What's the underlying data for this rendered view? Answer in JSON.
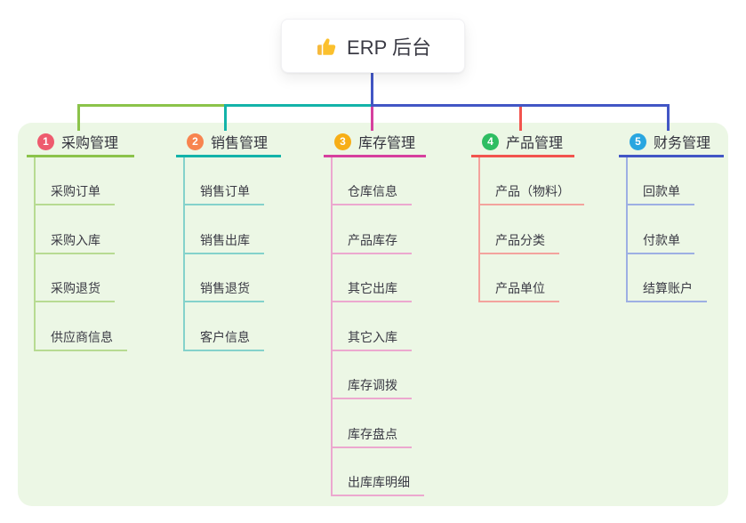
{
  "root": {
    "title": "ERP 后台",
    "icon": "thumbs-up-icon",
    "connector_color": "#4256c5"
  },
  "canvas": {
    "page_bg": "#ffffff",
    "panel_bg": "#ecf7e5"
  },
  "branches": [
    {
      "badge": "1",
      "badge_color": "#ee5b6e",
      "label": "采购管理",
      "color": "#8bc34a",
      "light_color": "#b7db92",
      "children": [
        "采购订单",
        "采购入库",
        "采购退货",
        "供应商信息"
      ]
    },
    {
      "badge": "2",
      "badge_color": "#f8844f",
      "label": "销售管理",
      "color": "#13b3a9",
      "light_color": "#84d2cb",
      "children": [
        "销售订单",
        "销售出库",
        "销售退货",
        "客户信息"
      ]
    },
    {
      "badge": "3",
      "badge_color": "#f7ae16",
      "label": "库存管理",
      "color": "#d6409e",
      "light_color": "#eca8cf",
      "children": [
        "仓库信息",
        "产品库存",
        "其它出库",
        "其它入库",
        "库存调拨",
        "库存盘点",
        "出库库明细"
      ]
    },
    {
      "badge": "4",
      "badge_color": "#2ebd62",
      "label": "产品管理",
      "color": "#f2544e",
      "light_color": "#f3a39d",
      "children": [
        "产品（物料）",
        "产品分类",
        "产品单位"
      ]
    },
    {
      "badge": "5",
      "badge_color": "#29a6e0",
      "label": "财务管理",
      "color": "#4256c5",
      "light_color": "#9dafe3",
      "children": [
        "回款单",
        "付款单",
        "结算账户"
      ]
    }
  ]
}
